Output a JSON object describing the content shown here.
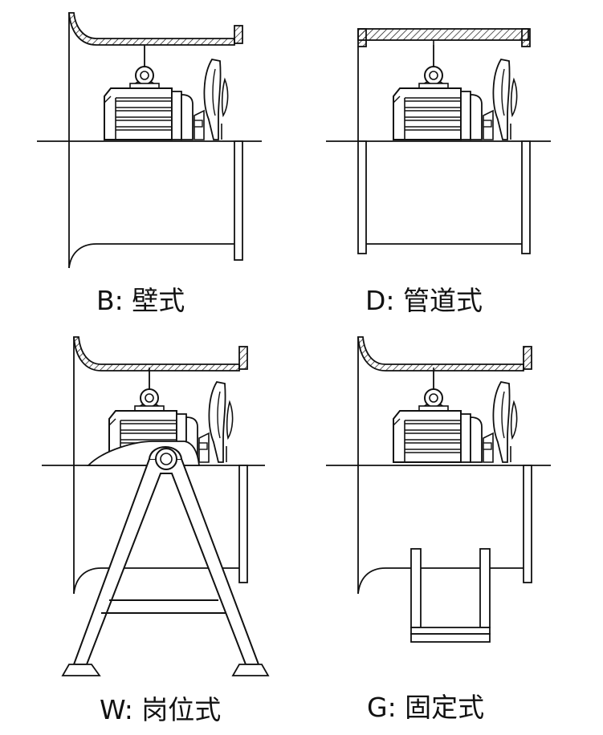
{
  "panels": [
    {
      "id": "B",
      "label": "B: 壁式"
    },
    {
      "id": "D",
      "label": "D: 管道式"
    },
    {
      "id": "W",
      "label": "W: 岗位式"
    },
    {
      "id": "G",
      "label": "G: 固定式"
    }
  ],
  "colors": {
    "line": "#111111",
    "background": "#ffffff"
  }
}
